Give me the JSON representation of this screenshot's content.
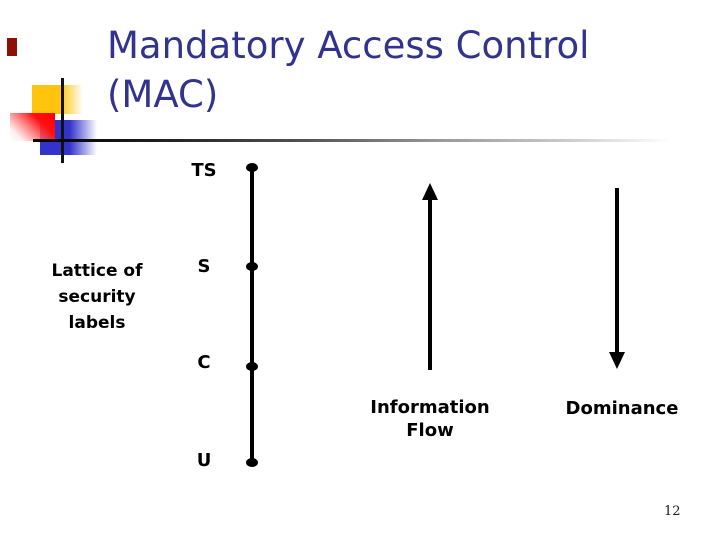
{
  "slide": {
    "title_line1": "Mandatory Access Control",
    "title_line2": "(MAC)",
    "page_number": "12"
  },
  "lattice": {
    "caption_line1": "Lattice of",
    "caption_line2": "security",
    "caption_line3": "labels",
    "levels": [
      {
        "label": "TS"
      },
      {
        "label": "S"
      },
      {
        "label": "C"
      },
      {
        "label": "U"
      }
    ]
  },
  "arrows": {
    "information_flow_line1": "Information",
    "information_flow_line2": "Flow",
    "dominance_label": "Dominance"
  },
  "colors": {
    "title_text": "#31338e",
    "accent_yellow": "#ffc40d",
    "accent_blue": "#3333cc",
    "accent_red": "#ff1111",
    "accent_maroon": "#8c1004",
    "diagram_ink": "#000000"
  }
}
